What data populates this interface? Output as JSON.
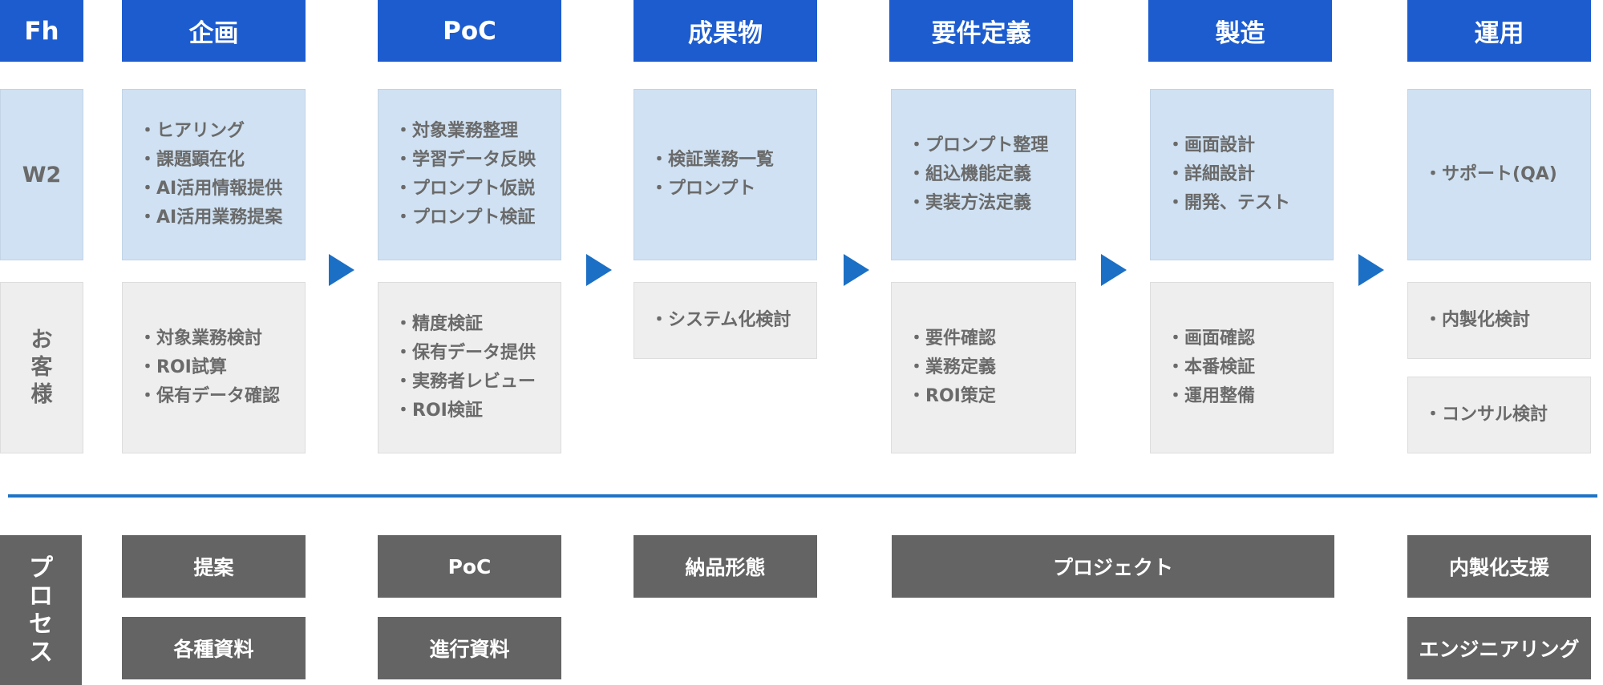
{
  "row_labels": {
    "fh": "Fh",
    "w2": "W2",
    "customer": "お客様",
    "process": "プロセス"
  },
  "phases": [
    {
      "title": "企画",
      "w2": [
        "ヒアリング",
        "課題顕在化",
        "AI活用情報提供",
        "AI活用業務提案"
      ],
      "customer": [
        [
          "対象業務検討",
          "ROI試算",
          "保有データ確認"
        ]
      ]
    },
    {
      "title": "PoC",
      "w2": [
        "対象業務整理",
        "学習データ反映",
        "プロンプト仮説",
        "プロンプト検証"
      ],
      "customer": [
        [
          "精度検証",
          "保有データ提供",
          "実務者レビュー",
          "ROI検証"
        ]
      ]
    },
    {
      "title": "成果物",
      "w2": [
        "検証業務一覧",
        "プロンプト"
      ],
      "customer": [
        [
          "システム化検討"
        ]
      ]
    },
    {
      "title": "要件定義",
      "w2": [
        "プロンプト整理",
        "組込機能定義",
        "実装方法定義"
      ],
      "customer": [
        [
          "要件確認",
          "業務定義",
          "ROI策定"
        ]
      ]
    },
    {
      "title": "製造",
      "w2": [
        "画面設計",
        "詳細設計",
        "開発、テスト"
      ],
      "customer": [
        [
          "画面確認",
          "本番検証",
          "運用整備"
        ]
      ]
    },
    {
      "title": "運用",
      "w2": [
        "サポート(QA)"
      ],
      "customer": [
        [
          "内製化検討"
        ],
        [
          "コンサル検討"
        ]
      ]
    }
  ],
  "process": {
    "row1": [
      "提案",
      "PoC",
      "納品形態",
      "プロジェクト",
      "内製化支援"
    ],
    "row2": [
      "各種資料",
      "進行資料",
      "エンジニアリング"
    ]
  },
  "colors": {
    "header_blue": "#1c5ccf",
    "w2_cell": "#cfe1f2",
    "customer_cell": "#eeeeee",
    "arrow_blue": "#1b6fc5",
    "divider_blue": "#1f73c4",
    "process_gray": "#646464",
    "text_gray": "#6a6a6a"
  }
}
